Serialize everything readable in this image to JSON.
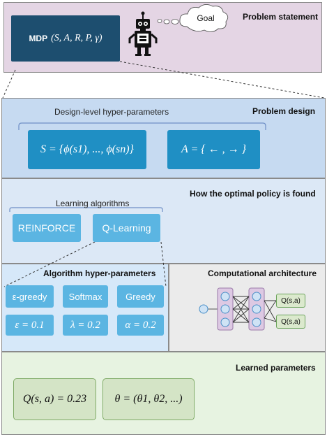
{
  "problem_statement": {
    "title": "Problem statement",
    "mdp_label": "MDP",
    "mdp_tuple": "(S, A, R, P, γ)",
    "goal_label": "Goal"
  },
  "problem_design": {
    "title": "Problem design",
    "subtitle": "Design-level hyper-parameters",
    "state_space": "S = {ϕ(s1), ..., ϕ(sn)}",
    "action_space": "A = { ← , → }"
  },
  "policy_search": {
    "title": "How the optimal policy is found",
    "subtitle": "Learning algorithms",
    "algorithms": [
      "REINFORCE",
      "Q-Learning"
    ]
  },
  "algorithm_hyperparameters": {
    "title": "Algorithm hyper-parameters",
    "strategies": [
      "ε-greedy",
      "Softmax",
      "Greedy"
    ],
    "values": [
      "ε = 0.1",
      "λ = 0.2",
      "α = 0.2"
    ]
  },
  "computational_architecture": {
    "title": "Computational architecture",
    "outputs": [
      "Q(s,a)",
      "Q(s,a)"
    ]
  },
  "learned_parameters": {
    "title": "Learned parameters",
    "q_value": "Q(s, a) = 0.23",
    "theta": "θ = (θ1, θ2, ...)"
  },
  "colors": {
    "problem_statement_bg": "#e4d5e4",
    "problem_design_bg": "#c6daf1",
    "policy_bg": "#dce8f6",
    "hyper_bg": "#d6e8f9",
    "arch_bg": "#ebebeb",
    "learned_bg": "#e7f3e1",
    "dark_box": "#1f8fc4",
    "light_box": "#5bb5e2",
    "green_box": "#d4e4c6"
  }
}
